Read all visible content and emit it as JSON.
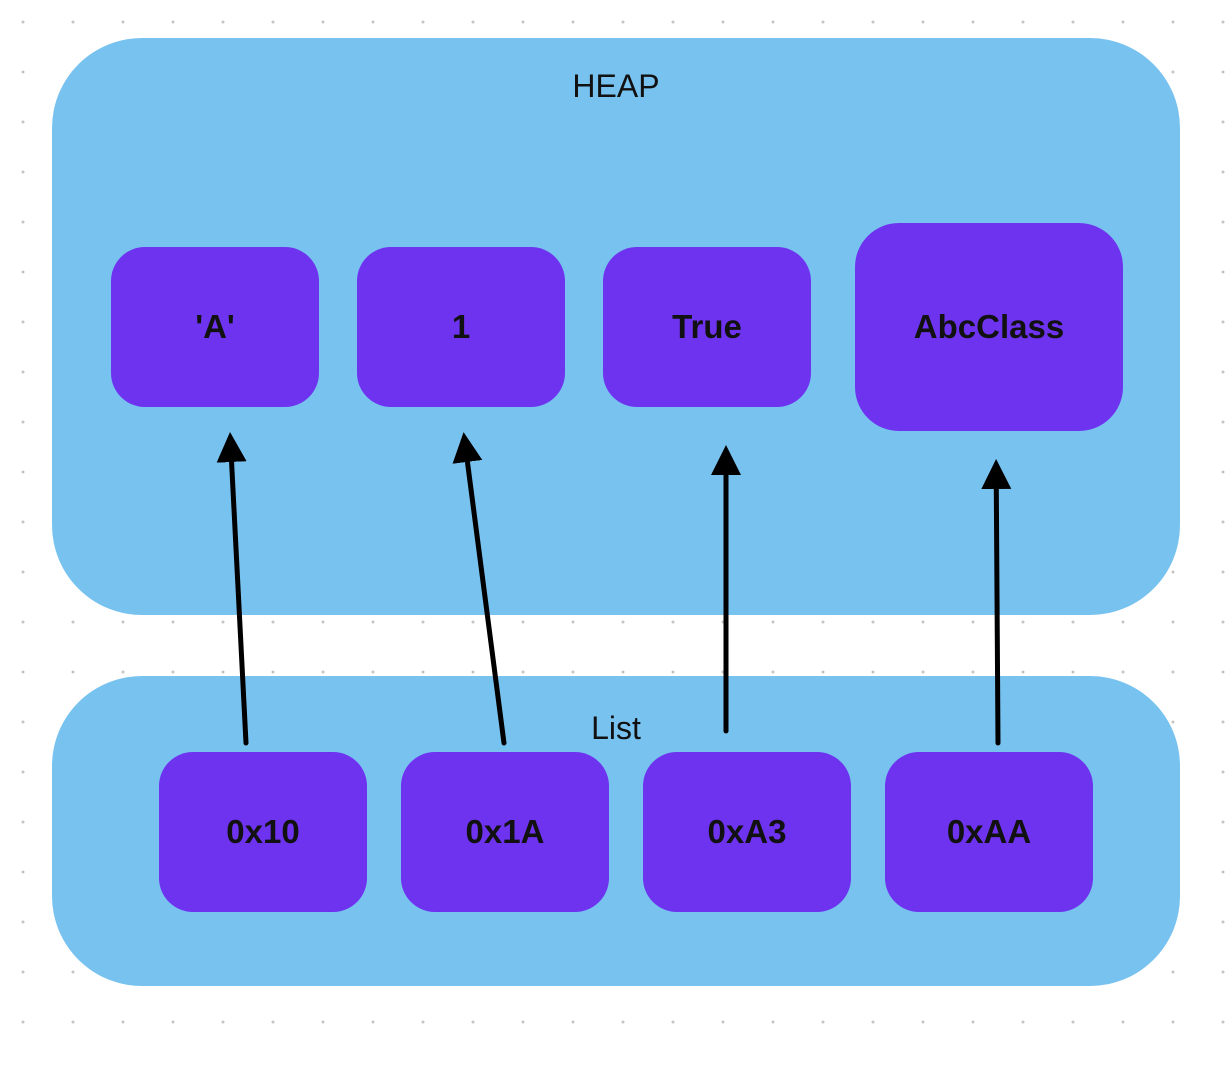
{
  "heap": {
    "title": "HEAP",
    "objects": [
      {
        "label": "'A'"
      },
      {
        "label": "1"
      },
      {
        "label": "True"
      },
      {
        "label": "AbcClass"
      }
    ]
  },
  "list": {
    "title": "List",
    "pointers": [
      {
        "label": "0x10"
      },
      {
        "label": "0x1A"
      },
      {
        "label": "0xA3"
      },
      {
        "label": "0xAA"
      }
    ]
  },
  "colors": {
    "region_fill": "#78c2f0",
    "node_fill": "#6e33ef",
    "arrow": "#000000",
    "grid_dot": "#c4c4c4"
  },
  "references": [
    {
      "from": "0x10",
      "to": "'A'"
    },
    {
      "from": "0x1A",
      "to": "1"
    },
    {
      "from": "0xA3",
      "to": "True"
    },
    {
      "from": "0xAA",
      "to": "AbcClass"
    }
  ]
}
